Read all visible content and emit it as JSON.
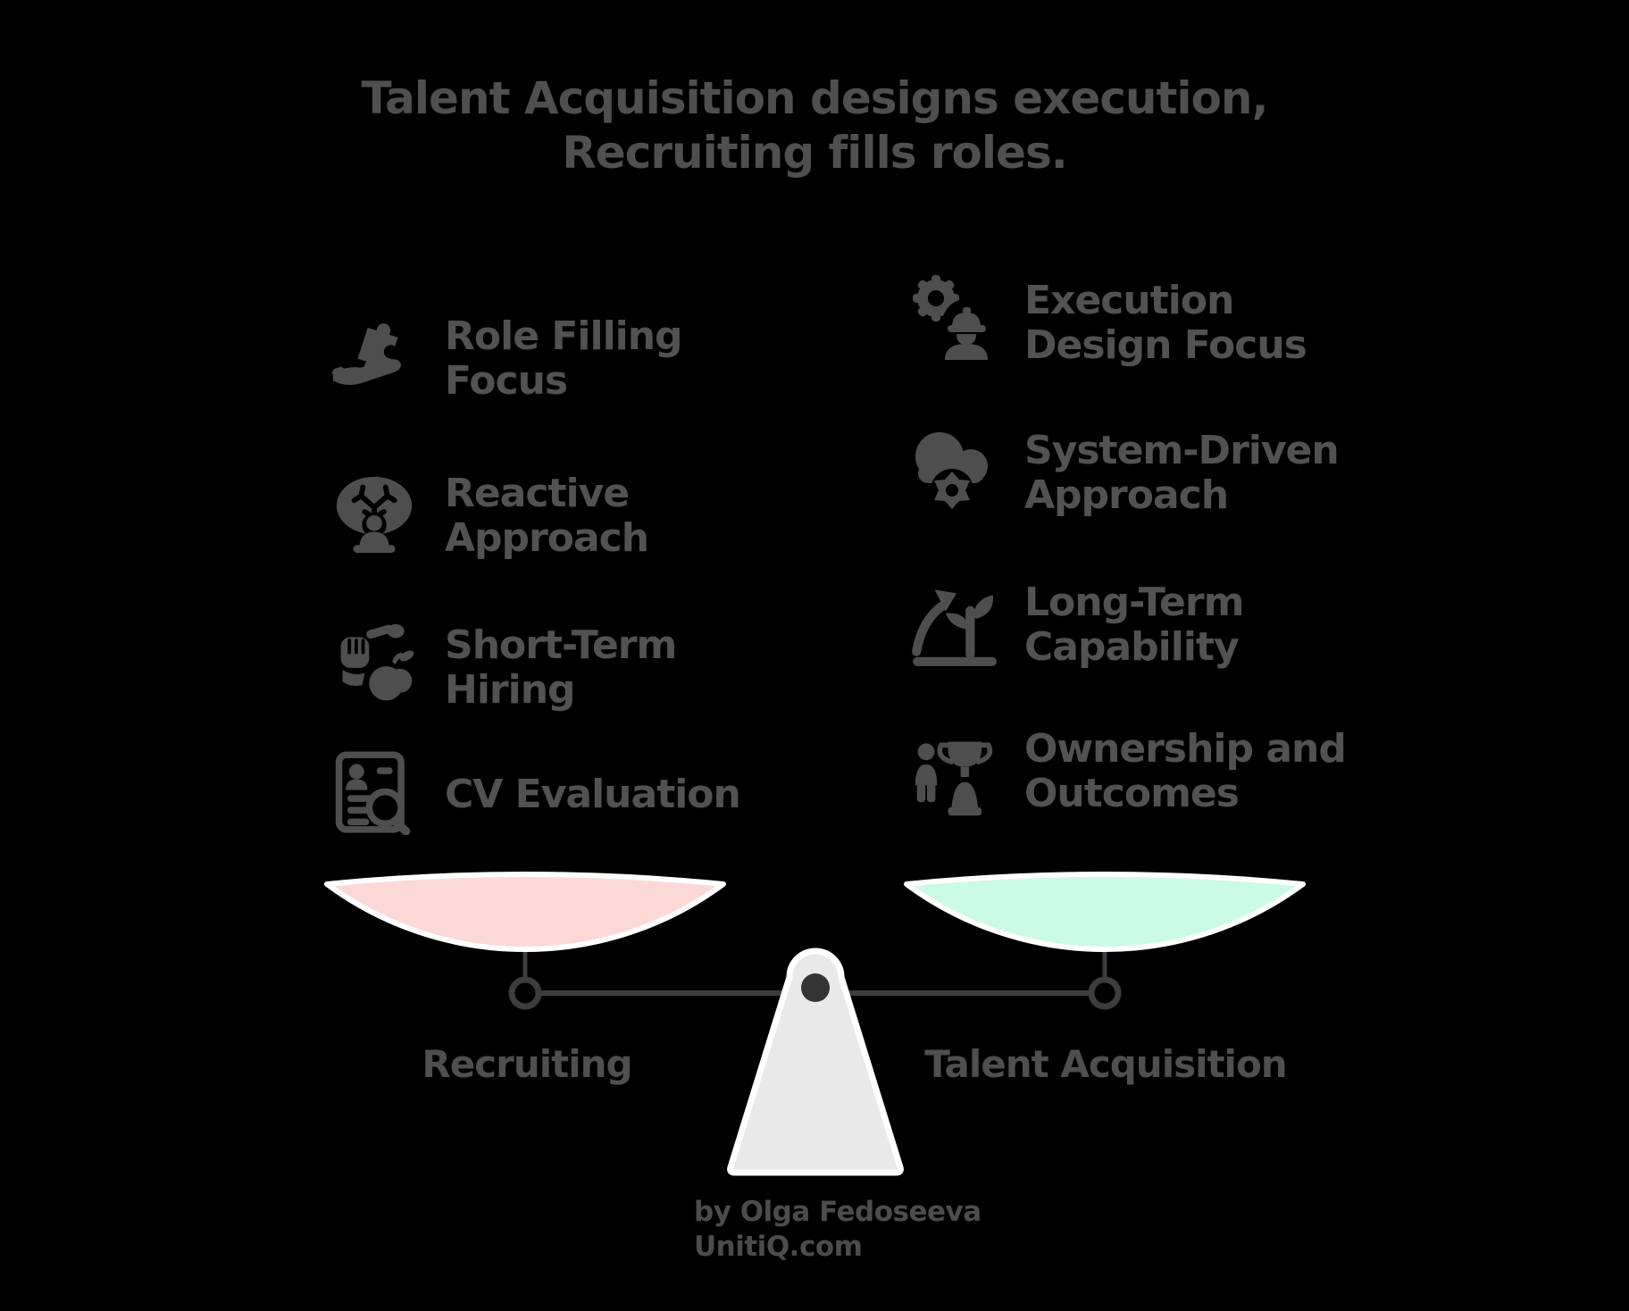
{
  "title": {
    "line1": "Talent Acquisition designs execution,",
    "line2": "Recruiting fills roles."
  },
  "left_items": [
    {
      "icon": "hand-holding-puzzle-icon",
      "lines": [
        "Role Filling",
        "Focus"
      ]
    },
    {
      "icon": "person-under-tree-icon",
      "lines": [
        "Reactive",
        "Approach"
      ]
    },
    {
      "icon": "hand-grab-apple-icon",
      "lines": [
        "Short-Term",
        "Hiring"
      ]
    },
    {
      "icon": "cv-magnifier-icon",
      "lines": [
        "CV Evaluation"
      ]
    }
  ],
  "right_items": [
    {
      "icon": "gear-engineer-icon",
      "lines": [
        "Execution",
        "Design Focus"
      ]
    },
    {
      "icon": "cloud-gear-icon",
      "lines": [
        "System-Driven",
        "Approach"
      ]
    },
    {
      "icon": "growth-plant-icon",
      "lines": [
        "Long-Term",
        "Capability"
      ]
    },
    {
      "icon": "person-trophy-icon",
      "lines": [
        "Ownership and",
        "Outcomes"
      ]
    }
  ],
  "balance": {
    "left_label": "Recruiting",
    "right_label": "Talent Acquisition",
    "left_pan_color": "#fcd9d7",
    "right_pan_color": "#cbfbe5"
  },
  "credit": {
    "line1": "by Olga Fedoseeva",
    "line2": "UnitiQ.com"
  },
  "colors": {
    "background": "#000000",
    "text": "#525252",
    "icon": "#4e4e4e",
    "fulcrum": "#e9e9e9",
    "beam": "#3d3d3d",
    "pan_outline": "#ffffff"
  }
}
